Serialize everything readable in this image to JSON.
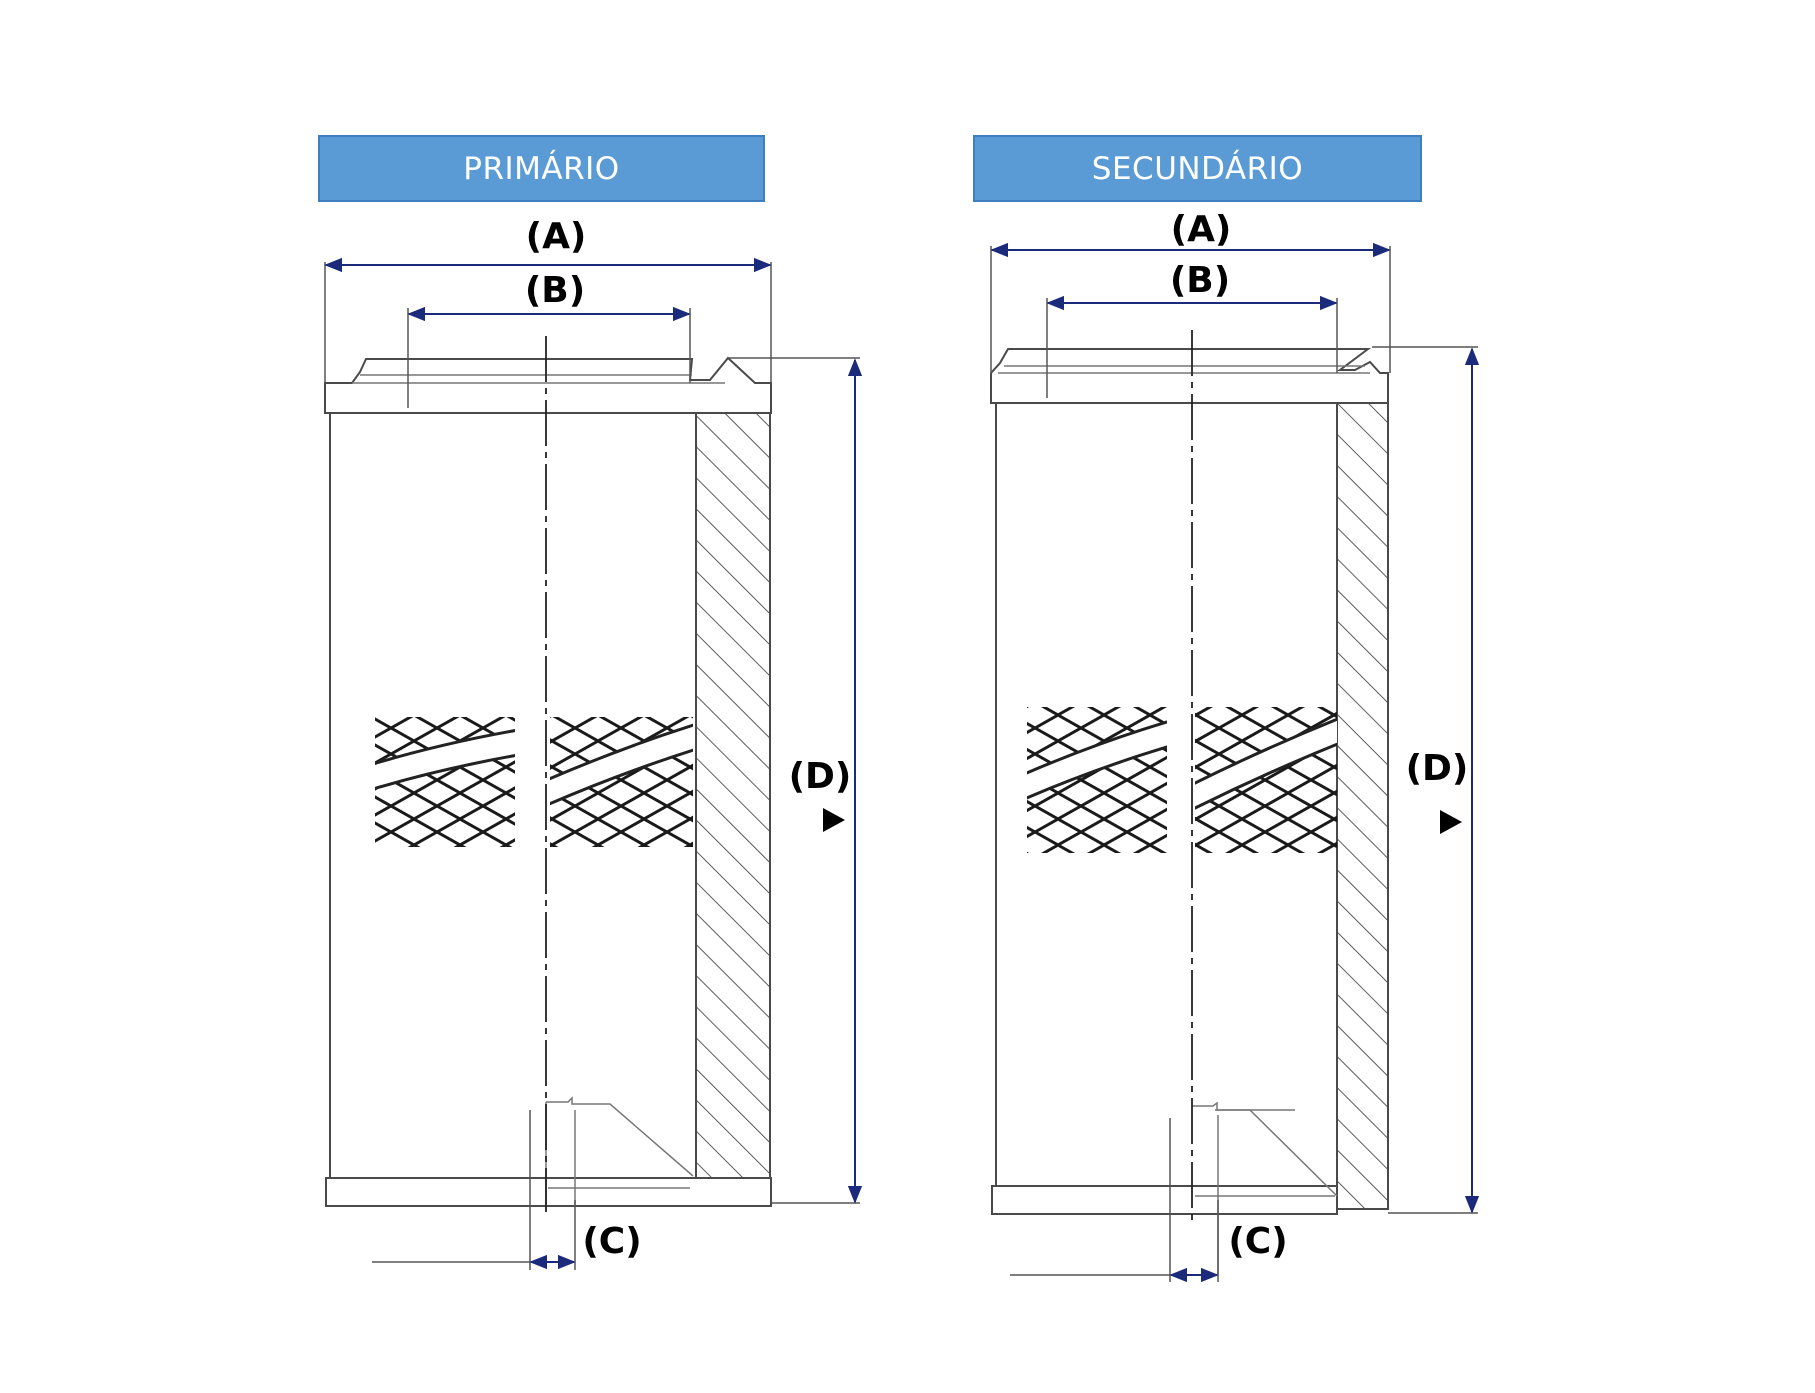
{
  "headers": {
    "primary": "PRIMÁRIO",
    "secondary": "SECUNDÁRIO"
  },
  "labels": {
    "a": "(A)",
    "b": "(B)",
    "c": "(C)",
    "d": "(D)"
  },
  "colors": {
    "header_fill": "#5b9bd5",
    "dimension_line": "#1b2a7a",
    "outline": "#4a4a4a"
  }
}
